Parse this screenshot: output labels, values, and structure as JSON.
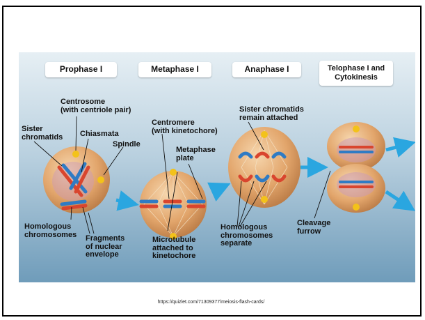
{
  "stages": [
    {
      "label": "Prophase I"
    },
    {
      "label": "Metaphase I"
    },
    {
      "label": "Anaphase I"
    },
    {
      "label": "Telophase I and\nCytokinesis"
    }
  ],
  "annotations": {
    "centrosome": "Centrosome\n(with centriole pair)",
    "sister_chromatids": "Sister\nchromatids",
    "chiasmata": "Chiasmata",
    "spindle": "Spindle",
    "centromere": "Centromere\n(with kinetochore)",
    "metaphase_plate": "Metaphase\nplate",
    "sister_remain": "Sister chromatids\nremain attached",
    "homologous_chromosomes": "Homologous\nchromosomes",
    "fragments": "Fragments\nof nuclear\nenvelope",
    "microtubule": "Microtubule\nattached to\nkinetochore",
    "homologous_separate": "Homologous\nchromosomes\nseparate",
    "cleavage": "Cleavage\nfurrow"
  },
  "source": "https://quizlet.com/71309377/meiosis-flash-cards/",
  "colors": {
    "background_top": "#dfeaf0",
    "background_bottom": "#7fa9c4",
    "cell": "#e3b07a",
    "chromosome_red": "#d9452e",
    "chromosome_blue": "#2f7bc4",
    "arrow": "#2aa6e0",
    "centrosome": "#f3c21a"
  }
}
